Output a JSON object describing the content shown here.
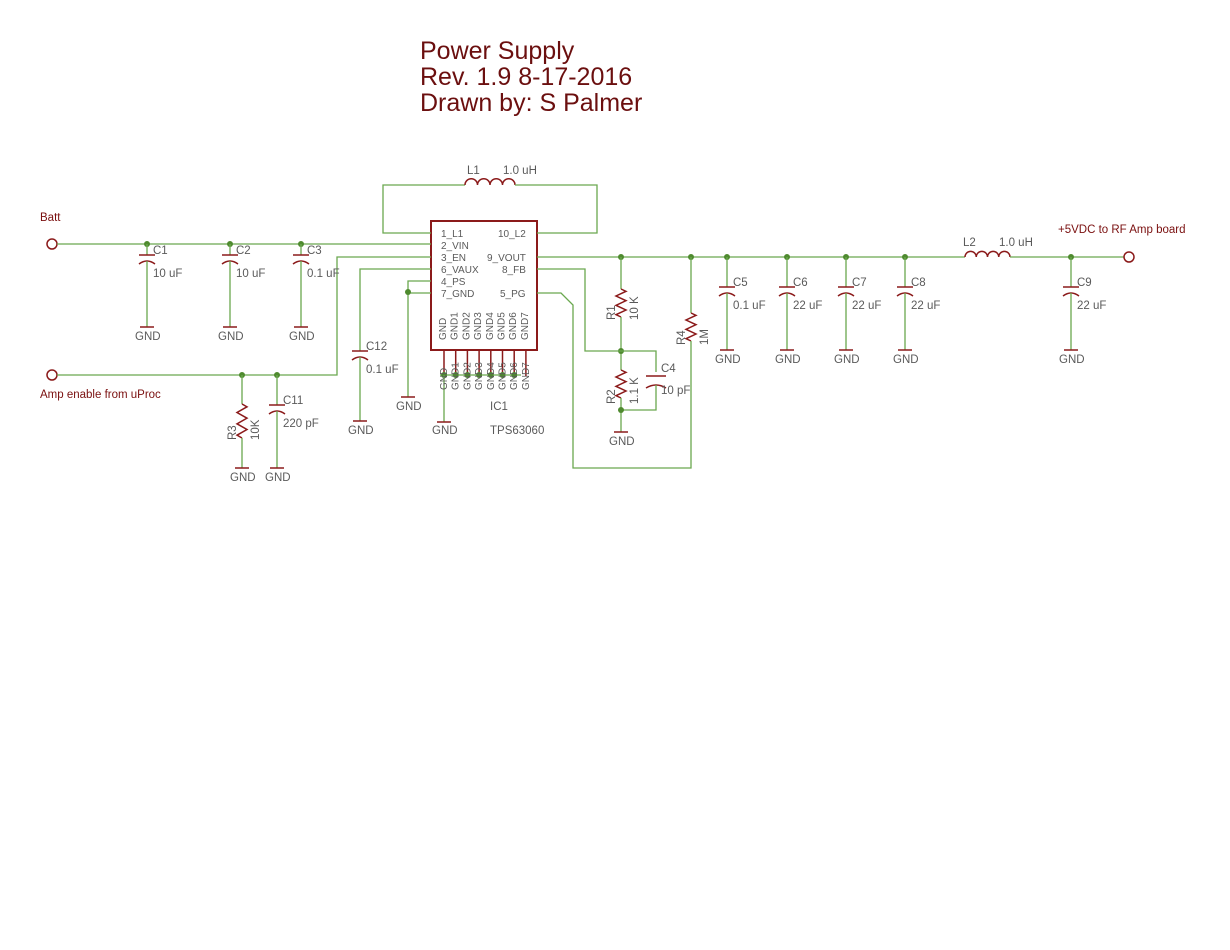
{
  "title": {
    "line1": "Power Supply",
    "line2": "Rev. 1.9  8-17-2016",
    "line3": "Drawn by: S Palmer"
  },
  "nets": {
    "batt": "Batt",
    "vout": "+5VDC to RF Amp board",
    "enable": "Amp enable from uProc"
  },
  "gnd_label": "GND",
  "ic": {
    "ref": "IC1",
    "value": "TPS63060",
    "pins_left": [
      "1_L1",
      "2_VIN",
      "3_EN",
      "6_VAUX",
      "4_PS",
      "7_GND"
    ],
    "pins_right": [
      "10_L2",
      "9_VOUT",
      "8_FB",
      "5_PG"
    ],
    "pins_bottom": [
      "GND",
      "GND1",
      "GND2",
      "GND3",
      "GND4",
      "GND5",
      "GND6",
      "GND7"
    ]
  },
  "components": {
    "L1": {
      "ref": "L1",
      "value": "1.0 uH"
    },
    "L2": {
      "ref": "L2",
      "value": "1.0 uH"
    },
    "C1": {
      "ref": "C1",
      "value": "10 uF"
    },
    "C2": {
      "ref": "C2",
      "value": "10 uF"
    },
    "C3": {
      "ref": "C3",
      "value": "0.1 uF"
    },
    "C4": {
      "ref": "C4",
      "value": "10 pF"
    },
    "C5": {
      "ref": "C5",
      "value": "0.1 uF"
    },
    "C6": {
      "ref": "C6",
      "value": "22 uF"
    },
    "C7": {
      "ref": "C7",
      "value": "22 uF"
    },
    "C8": {
      "ref": "C8",
      "value": "22 uF"
    },
    "C9": {
      "ref": "C9",
      "value": "22 uF"
    },
    "C11": {
      "ref": "C11",
      "value": "220 pF"
    },
    "C12": {
      "ref": "C12",
      "value": "0.1 uF"
    },
    "R1": {
      "ref": "R1",
      "value": "10 K"
    },
    "R2": {
      "ref": "R2",
      "value": "1.1 K"
    },
    "R3": {
      "ref": "R3",
      "value": "10K"
    },
    "R4": {
      "ref": "R4",
      "value": "1M"
    }
  },
  "colors": {
    "wire": "#6aa84f",
    "part": "#8b1a1a",
    "label": "#5a5a5a",
    "title": "#6b0f0f"
  }
}
